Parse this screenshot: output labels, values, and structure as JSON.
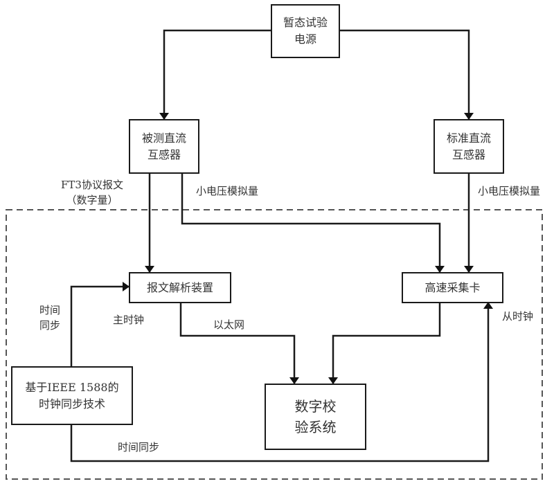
{
  "diagram": {
    "boxes": {
      "source": [
        "暂态试验",
        "电源"
      ],
      "dut_sensor": [
        "被测直流",
        "互感器"
      ],
      "std_sensor": [
        "标准直流",
        "互感器"
      ],
      "parser": [
        "报文解析装置"
      ],
      "acq_card": [
        "高速采集卡"
      ],
      "ieee1588": [
        "基于IEEE 1588的",
        "时钟同步技术"
      ],
      "digital_system": [
        "数字校",
        "验系统"
      ]
    },
    "labels": {
      "ft3_line1": "FT3协议报文",
      "ft3_line2": "（数字量）",
      "analog_left": "小电压模拟量",
      "analog_right": "小电压模拟量",
      "time_sync_left_1": "时间",
      "time_sync_left_2": "同步",
      "master_clock": "主时钟",
      "ethernet": "以太网",
      "slave_clock": "从时钟",
      "time_sync_bottom": "时间同步"
    },
    "edges": [
      {
        "from": "source",
        "to": "dut_sensor",
        "label": ""
      },
      {
        "from": "source",
        "to": "std_sensor",
        "label": ""
      },
      {
        "from": "dut_sensor",
        "to": "parser",
        "label": "FT3协议报文（数字量）"
      },
      {
        "from": "dut_sensor",
        "to": "acq_card",
        "label": "小电压模拟量"
      },
      {
        "from": "std_sensor",
        "to": "acq_card",
        "label": "小电压模拟量"
      },
      {
        "from": "ieee1588",
        "to": "parser",
        "label": "时间同步 / 主时钟"
      },
      {
        "from": "ieee1588",
        "to": "acq_card",
        "label": "时间同步 / 从时钟"
      },
      {
        "from": "parser",
        "to": "digital_system",
        "label": "以太网"
      },
      {
        "from": "acq_card",
        "to": "digital_system",
        "label": ""
      }
    ],
    "colors": {
      "line": "#1a1a1a",
      "dashed_border": "#555555",
      "text": "#333333"
    }
  }
}
